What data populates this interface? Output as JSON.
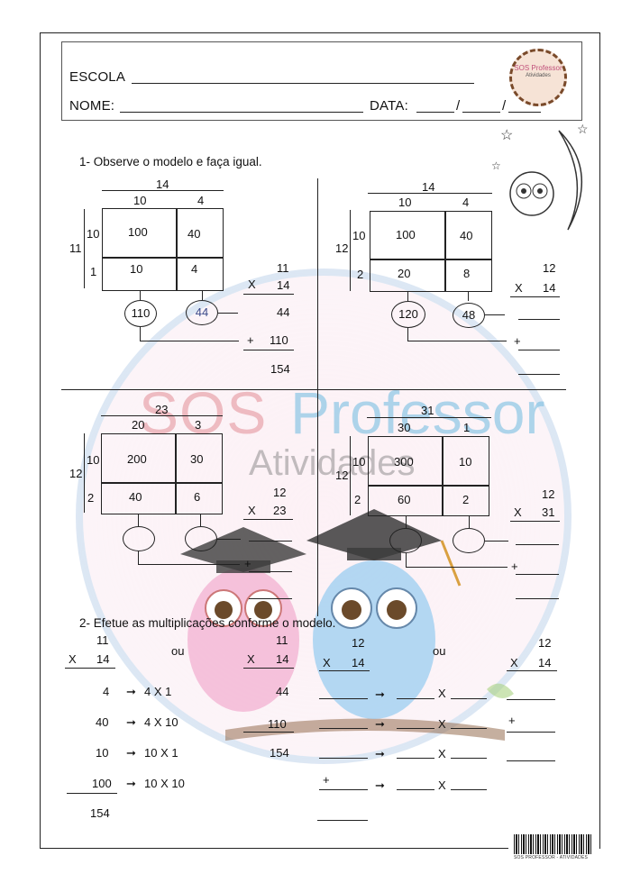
{
  "header": {
    "escola_label": "ESCOLA",
    "nome_label": "NOME:",
    "data_label": "DATA:",
    "date_sep1": "/",
    "date_sep2": "/",
    "logo_text": "SOS Professor",
    "logo_sub": "Atividades"
  },
  "watermark": {
    "sos": "SOS",
    "professor": "Professor",
    "atividades": "Atividades"
  },
  "exercise1": {
    "title": "1-  Observe o modelo e faça igual.",
    "q1": {
      "top_total": "14",
      "top_a": "10",
      "top_b": "4",
      "side_total": "11",
      "side_a": "10",
      "side_b": "1",
      "c11": "100",
      "c12": "40",
      "c21": "10",
      "c22": "4",
      "oval1": "110",
      "oval2": "44",
      "m_top": "11",
      "m_x": "X",
      "m_bottom": "14",
      "m_p1": "44",
      "m_plus": "+",
      "m_p2": "110",
      "m_result": "154"
    },
    "q2": {
      "top_total": "14",
      "top_a": "10",
      "top_b": "4",
      "side_total": "12",
      "side_a": "10",
      "side_b": "2",
      "c11": "100",
      "c12": "40",
      "c21": "20",
      "c22": "8",
      "oval1": "120",
      "oval2": "48",
      "m_top": "12",
      "m_x": "X",
      "m_bottom": "14",
      "m_plus": "+"
    },
    "q3": {
      "top_total": "23",
      "top_a": "20",
      "top_b": "3",
      "side_total": "12",
      "side_a": "10",
      "side_b": "2",
      "c11": "200",
      "c12": "30",
      "c21": "40",
      "c22": "6",
      "m_top": "12",
      "m_x": "X",
      "m_bottom": "23",
      "m_plus": "+"
    },
    "q4": {
      "top_total": "31",
      "top_a": "30",
      "top_b": "1",
      "side_total": "12",
      "side_a": "10",
      "side_b": "2",
      "c11": "300",
      "c12": "10",
      "c21": "60",
      "c22": "2",
      "m_top": "12",
      "m_x": "X",
      "m_bottom": "31",
      "m_plus": "+"
    }
  },
  "exercise2": {
    "title": "2-  Efetue as multiplicações conforme o modelo.",
    "ou": "ou",
    "left": {
      "top": "11",
      "x": "X",
      "bottom": "14",
      "rows": [
        {
          "val": "4",
          "expr": "4 X 1"
        },
        {
          "val": "40",
          "expr": "4 X 10"
        },
        {
          "val": "10",
          "expr": "10 X 1"
        },
        {
          "val": "100",
          "expr": "10 X 10"
        }
      ],
      "result": "154"
    },
    "mid": {
      "top": "11",
      "x": "X",
      "bottom": "14",
      "p1": "44",
      "p2": "110",
      "result": "154"
    },
    "right1": {
      "top": "12",
      "x": "X",
      "bottom": "14",
      "cross": "X",
      "plus": "+"
    },
    "right2": {
      "top": "12",
      "x": "X",
      "bottom": "14",
      "plus": "+"
    }
  },
  "footer": {
    "barcode_text": "SOS PROFESSOR - ATIVIDADES"
  }
}
